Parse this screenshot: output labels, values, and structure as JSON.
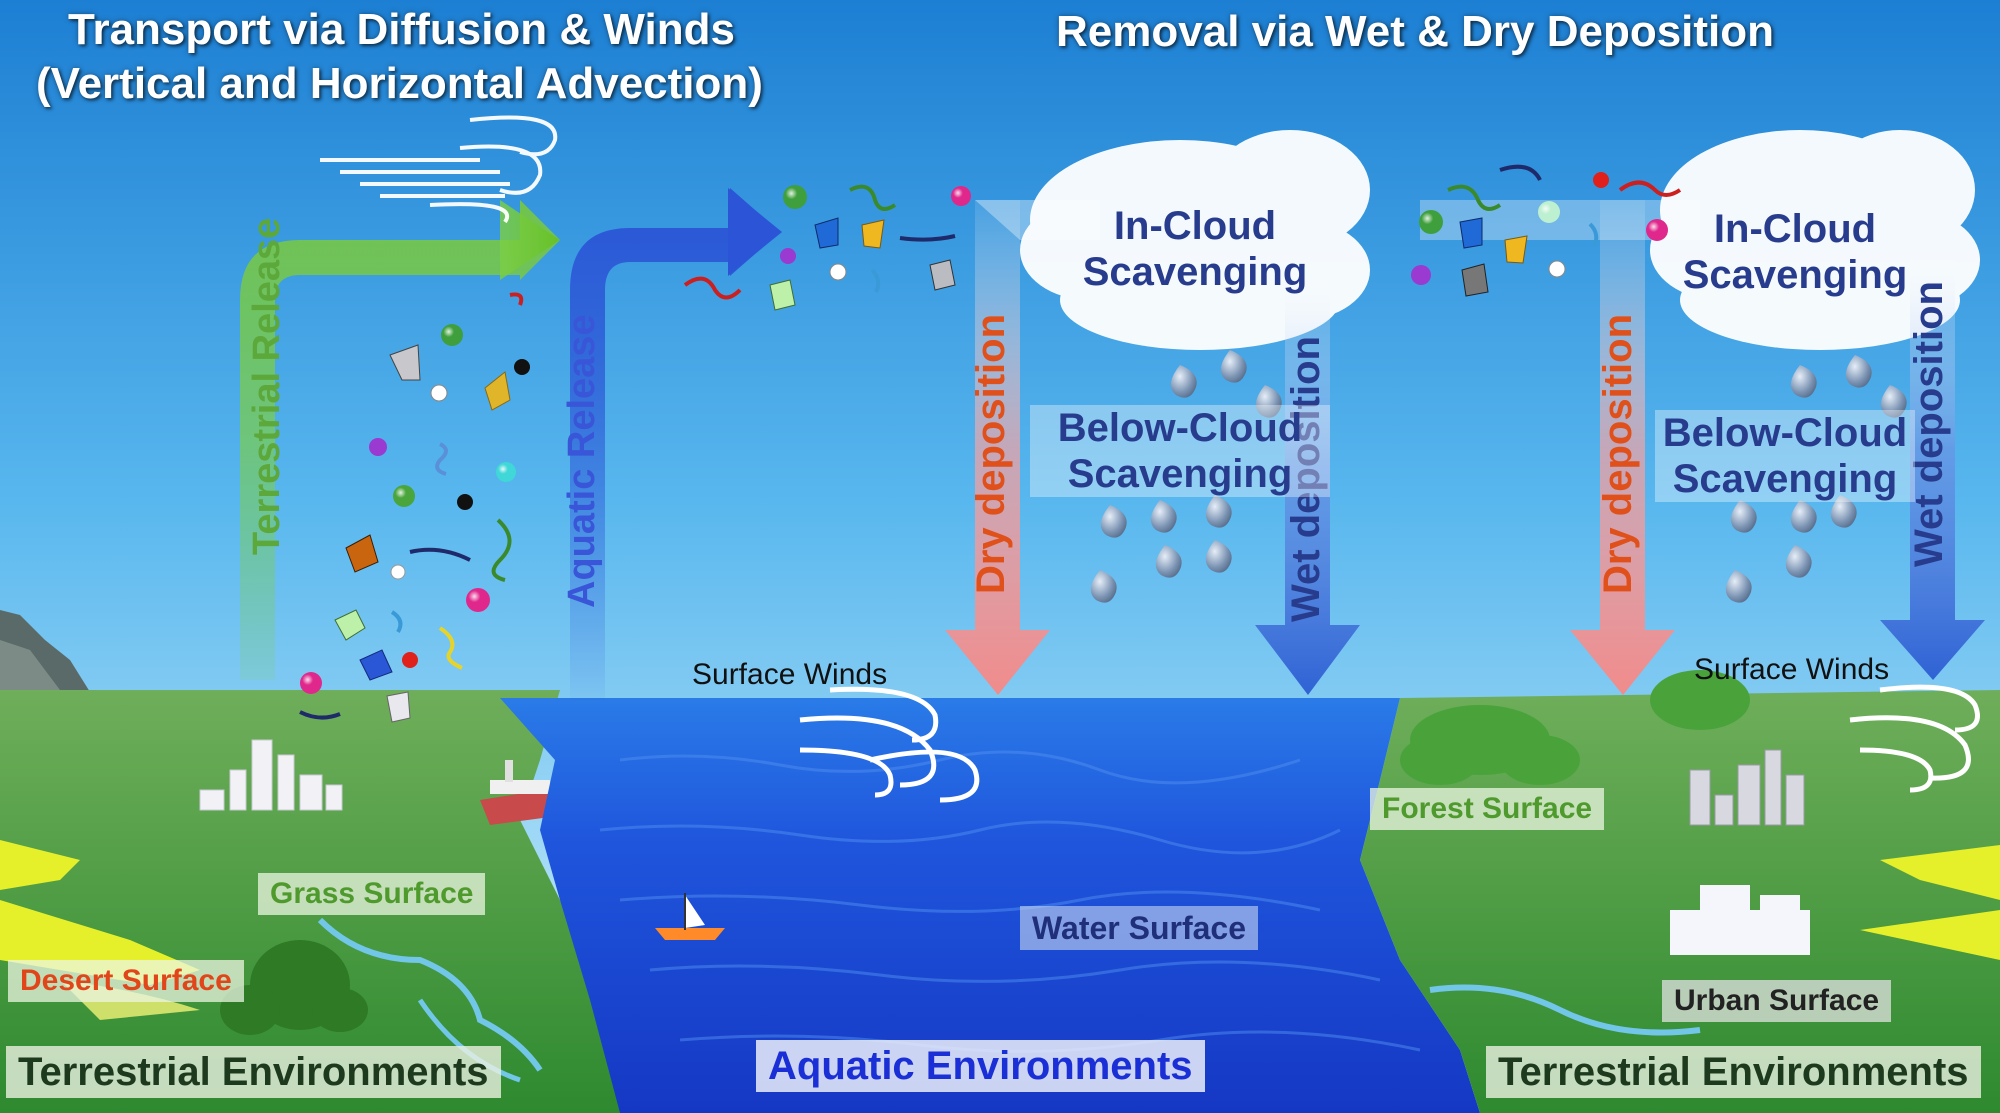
{
  "titles": {
    "transport_line1": "Transport via Diffusion & Winds",
    "transport_line2": "(Vertical and Horizontal Advection)",
    "removal": "Removal via Wet & Dry Deposition"
  },
  "arrows": {
    "terrestrial_release": "Terrestrial Release",
    "aquatic_release": "Aquatic Release",
    "dry_deposition": "Dry deposition",
    "wet_deposition": "Wet deposition"
  },
  "scavenging": {
    "in_cloud": [
      "In-Cloud",
      "Scavenging"
    ],
    "below_cloud": [
      "Below-Cloud",
      "Scavenging"
    ]
  },
  "winds": {
    "surface_winds": "Surface Winds"
  },
  "surfaces": {
    "grass": "Grass Surface",
    "desert": "Desert Surface",
    "water": "Water Surface",
    "forest": "Forest Surface",
    "urban": "Urban Surface"
  },
  "environments": {
    "terrestrial": "Terrestrial Environments",
    "aquatic": "Aquatic Environments"
  },
  "colors": {
    "sky_top": "#1f86d6",
    "sky_bottom": "#cfeefc",
    "water": "#1746d6",
    "land": "#3f9b3c",
    "terrestrial_arrow": "#7ccf46",
    "aquatic_arrow": "#2b55d6",
    "dry_arrow": "#f4a3a3",
    "wet_arrow": "#3a6fd8",
    "label_blue": "#283c8e",
    "dry_text": "#e0501a",
    "desert_text": "#e0461a",
    "grass_text": "#4f9a2c",
    "aquatic_env_text": "#1a2fd6",
    "terrestrial_env_text": "#1e3a1e"
  }
}
